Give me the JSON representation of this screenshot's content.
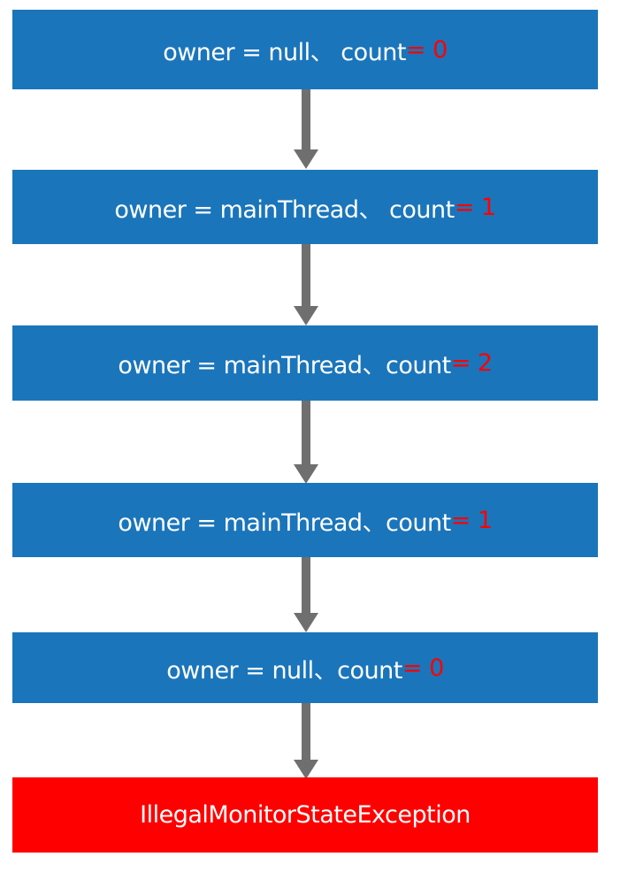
{
  "nodes": [
    {
      "prefix": "owner = null、 count ",
      "value": "= 0"
    },
    {
      "prefix": "owner = mainThread、 count ",
      "value": "= 1"
    },
    {
      "prefix": "owner = mainThread、count ",
      "value": "= 2"
    },
    {
      "prefix": "owner = mainThread、count ",
      "value": "= 1"
    },
    {
      "prefix": "owner = null、count ",
      "value": "= 0"
    }
  ],
  "exception": {
    "label": "IllegalMonitorStateException"
  },
  "colors": {
    "node": "#1a75bb",
    "value": "#ff0000",
    "exception": "#ff0000",
    "arrow": "#6f6f6f"
  }
}
